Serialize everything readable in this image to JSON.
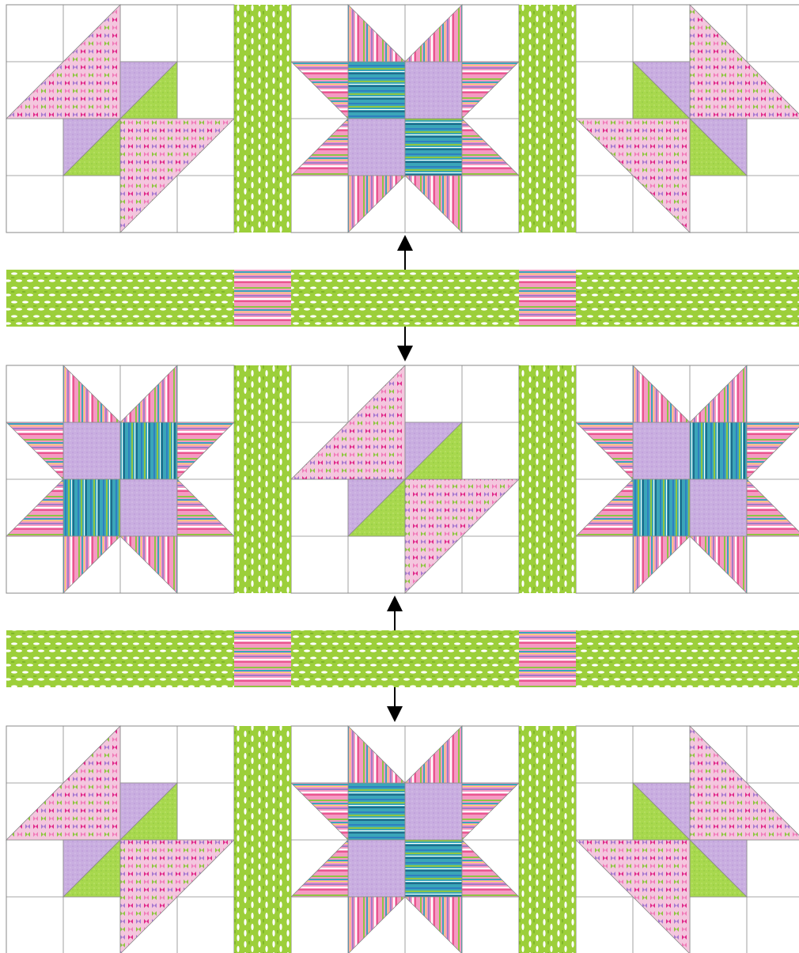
{
  "colors": {
    "background": "#ffffff",
    "grid_line": "#8a8a8a",
    "lavender": "#c9aee0",
    "lime": "#a8d84e",
    "sashing_green": "#9ccf3a",
    "arrow": "#000000"
  },
  "fabrics": [
    {
      "name": "butterfly-print",
      "colors": [
        "#f4c6de",
        "#e0288a",
        "#8dc63f",
        "#a678d0",
        "#f07ab8"
      ]
    },
    {
      "name": "stripe-print",
      "colors": [
        "#f59ac3",
        "#8fc543",
        "#3aa6b9",
        "#f2e45e",
        "#a07cc6",
        "#ffffff",
        "#2f7fbf",
        "#e9558f"
      ]
    },
    {
      "name": "lavender-solid",
      "colors": [
        "#c9aee0",
        "#b994d6"
      ]
    },
    {
      "name": "lime-solid",
      "colors": [
        "#a8d84e",
        "#8fc740"
      ]
    },
    {
      "name": "leaf-print-sashing",
      "colors": [
        "#9ccf3a",
        "#ffffff",
        "#7fb52a"
      ]
    }
  ],
  "block_rows": [
    {
      "row": 1,
      "blocks": [
        "pinwheel-block",
        "star-block",
        "pinwheel-block"
      ]
    },
    {
      "row": 2,
      "blocks": [
        "star-block",
        "pinwheel-block",
        "star-block"
      ]
    },
    {
      "row": 3,
      "blocks": [
        "pinwheel-block",
        "star-block",
        "pinwheel-block"
      ]
    }
  ],
  "sashing_strips": [
    {
      "between_rows": [
        1,
        2
      ],
      "arrows": [
        "up",
        "down"
      ]
    },
    {
      "between_rows": [
        2,
        3
      ],
      "arrows": [
        "up",
        "down"
      ]
    }
  ]
}
